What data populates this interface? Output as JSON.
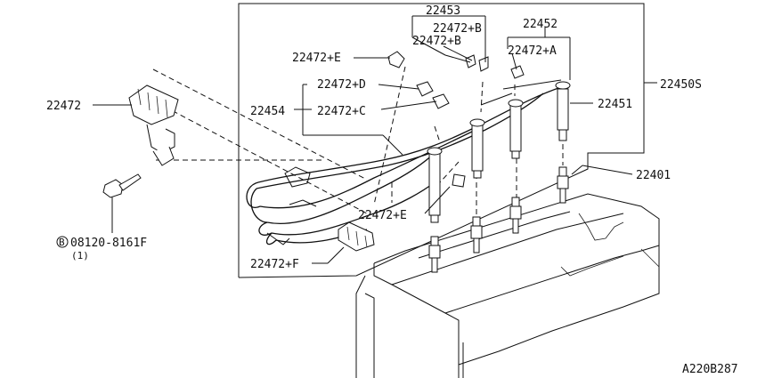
{
  "labels": {
    "p22453": "22453",
    "p22452": "22452",
    "p22472b_top": "22472+B",
    "p22472b_mid": "22472+B",
    "p22472a": "22472+A",
    "p22472e_top": "22472+E",
    "p22450s": "22450S",
    "p22472d": "22472+D",
    "p22472": "22472",
    "p22454": "22454",
    "p22472c": "22472+C",
    "p22451": "22451",
    "p22401": "22401",
    "p22472e_bot": "22472+E",
    "p22472f": "22472+F",
    "bolt_circle": "B",
    "bolt_part": "08120-8161F",
    "bolt_qty": "(1)",
    "diagram_code": "A220B287"
  }
}
